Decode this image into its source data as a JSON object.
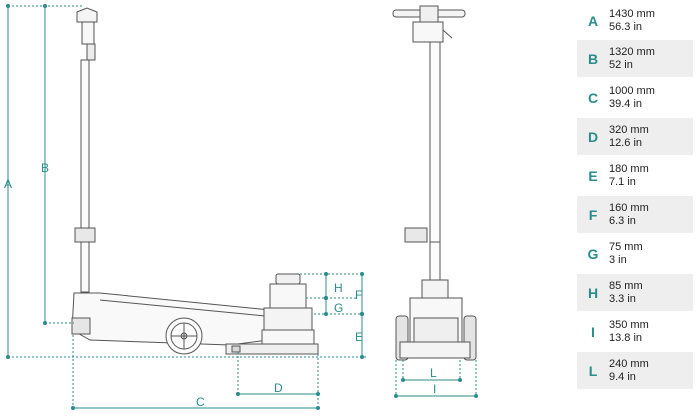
{
  "side_view_labels": [
    "A",
    "B",
    "C",
    "D",
    "E",
    "F",
    "G",
    "H"
  ],
  "front_view_labels": [
    "L",
    "I"
  ],
  "colors": {
    "accent": "#2a8c8c",
    "line": "#555555",
    "shading": "#eeeeee"
  },
  "specs": [
    {
      "letter": "A",
      "mm": "1430 mm",
      "inch": "56.3 in"
    },
    {
      "letter": "B",
      "mm": "1320 mm",
      "inch": "52 in"
    },
    {
      "letter": "C",
      "mm": "1000 mm",
      "inch": "39.4 in"
    },
    {
      "letter": "D",
      "mm": "320 mm",
      "inch": "12.6 in"
    },
    {
      "letter": "E",
      "mm": "180 mm",
      "inch": "7.1 in"
    },
    {
      "letter": "F",
      "mm": "160 mm",
      "inch": "6.3 in"
    },
    {
      "letter": "G",
      "mm": "75 mm",
      "inch": "3 in"
    },
    {
      "letter": "H",
      "mm": "85 mm",
      "inch": "3.3 in"
    },
    {
      "letter": "I",
      "mm": "350 mm",
      "inch": "13.8 in"
    },
    {
      "letter": "L",
      "mm": "240 mm",
      "inch": "9.4 in"
    }
  ]
}
